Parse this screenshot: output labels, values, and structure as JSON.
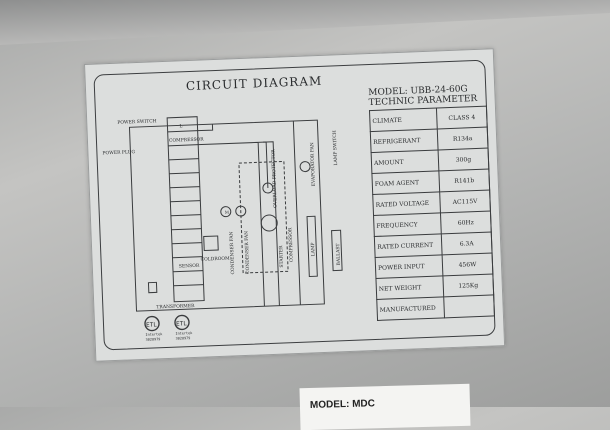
{
  "diagram": {
    "title": "CIRCUIT DIAGRAM",
    "labels": {
      "power_switch": "POWER SWITCH",
      "power_plug": "POWER PLUG",
      "l": "L",
      "compressor_row": "COMPRESSOR",
      "sensor": "SENSOR",
      "coldroom": "COLDROOM",
      "transformer": "TRANSFORMER",
      "condenser_fan_1": "CONDENSER FAN",
      "condenser_fan_2": "CONDENSER FAN",
      "overload_protector": "OVERLOAD PROTECTOR",
      "compressor": "COMPRESSOR",
      "starter": "STARTER",
      "evaporator_fan": "EVAPORATOR FAN",
      "lamp_switch": "LAMP SWITCH",
      "lamp": "LAMP",
      "ballast": "BALLAST",
      "motor": "M"
    },
    "certifications": [
      {
        "mark": "ETL",
        "text": "Intertek",
        "number": "3028979"
      },
      {
        "mark": "ETL",
        "text": "Intertek",
        "number": "3028979"
      }
    ]
  },
  "parameters": {
    "model": "MODEL: UBB-24-60G",
    "heading": "TECHNIC  PARAMETER",
    "rows": [
      [
        "CLIMATE",
        "CLASS 4"
      ],
      [
        "REFRIGERANT",
        "R134a"
      ],
      [
        "AMOUNT",
        "300g"
      ],
      [
        "FOAM AGENT",
        "R141b"
      ],
      [
        "RATED VOLTAGE",
        "AC115V"
      ],
      [
        "FREQUENCY",
        "60Hz"
      ],
      [
        "RATED CURRENT",
        "6.3A"
      ],
      [
        "POWER INPUT",
        "456W"
      ],
      [
        "NET WEIGHT",
        "125Kg"
      ],
      [
        "MANUFACTURED",
        ""
      ]
    ]
  },
  "bottom_label": "MODEL: MDC"
}
